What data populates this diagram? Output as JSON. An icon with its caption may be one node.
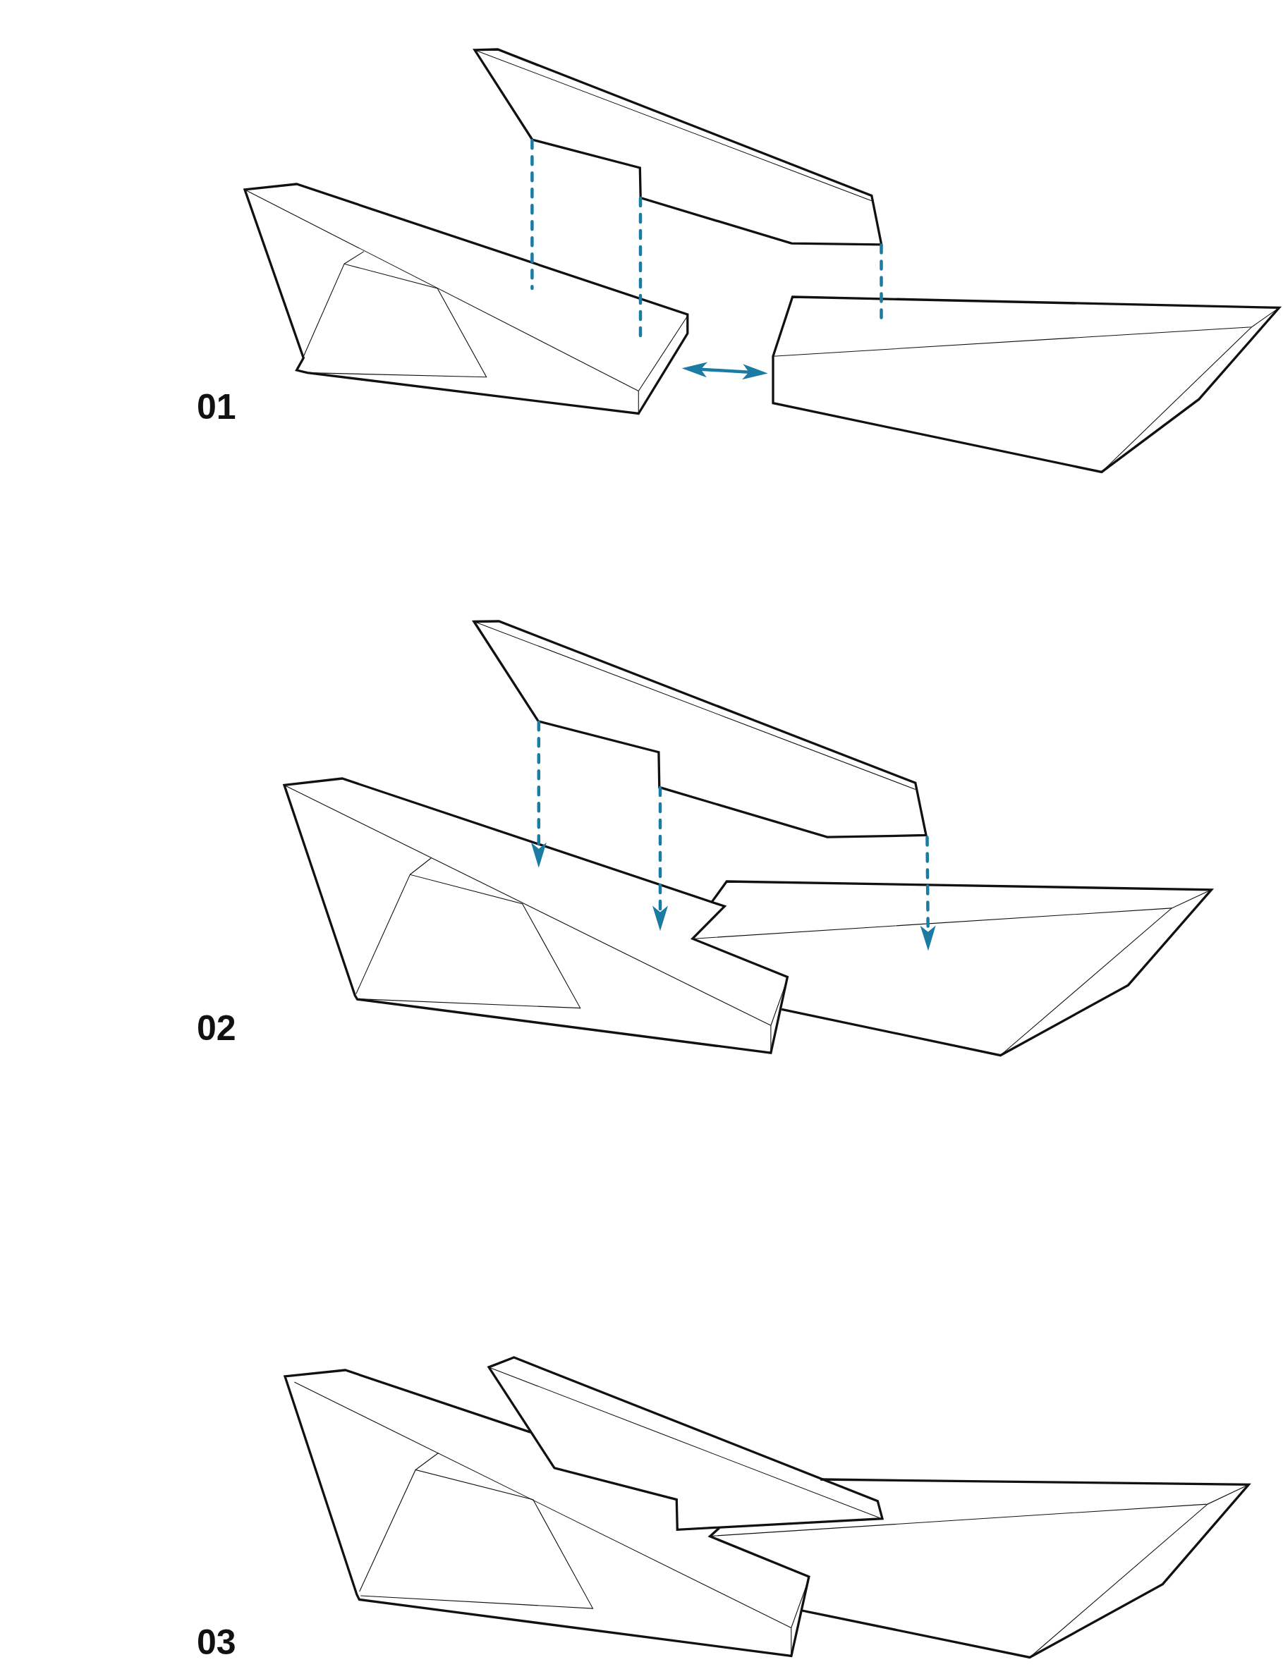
{
  "diagram": {
    "nodes": [
      {
        "text": [],
        "shape": "block"
      },
      {
        "text": [],
        "shape": "block"
      },
      {
        "text": [],
        "shape": "block"
      },
      {
        "text": [],
        "shape": "block"
      },
      {
        "text": [],
        "shape": "block"
      },
      {
        "text": [],
        "shape": "block"
      },
      {
        "text": [],
        "shape": "block"
      },
      {
        "text": [],
        "shape": "block"
      },
      {
        "text": [],
        "shape": "block"
      }
    ],
    "edges": [
      {
        "from": 0,
        "to": 1,
        "arrow": "none",
        "style": "dashed"
      },
      {
        "from": 0,
        "to": 1,
        "arrow": "none",
        "style": "dashed"
      },
      {
        "from": 0,
        "to": 2,
        "arrow": "none",
        "style": "dashed"
      },
      {
        "from": 1,
        "to": 2,
        "arrow": "both"
      },
      {
        "from": 3,
        "to": 4,
        "arrow": "to",
        "style": "dashed"
      },
      {
        "from": 3,
        "to": 4,
        "arrow": "to",
        "style": "dashed"
      },
      {
        "from": 3,
        "to": 5,
        "arrow": "to",
        "style": "dashed"
      }
    ],
    "labels": [
      "01",
      "02",
      "03"
    ]
  }
}
